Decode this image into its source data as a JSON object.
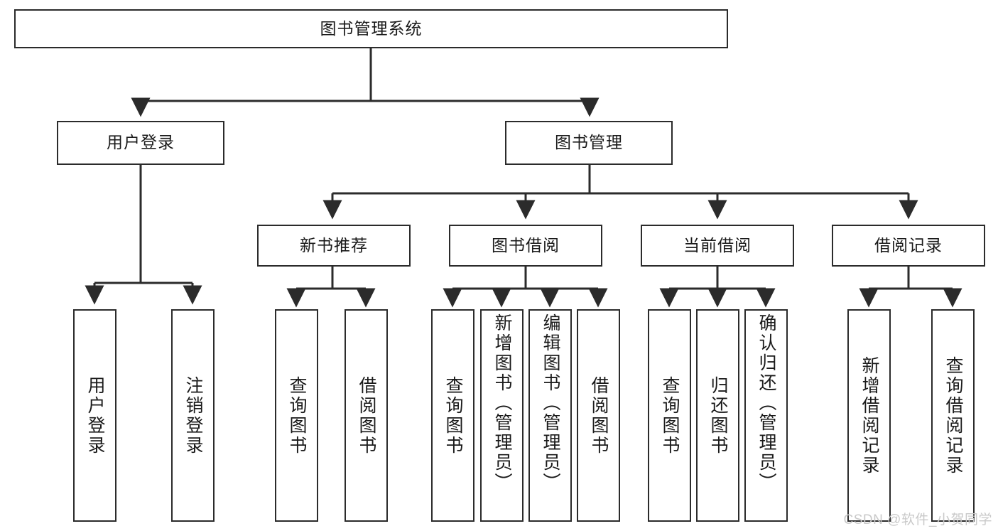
{
  "diagram": {
    "title": "图书管理系统",
    "type": "tree-hierarchy-chart",
    "line_color": "#2b2b2b",
    "box_fill": "#ffffff",
    "text_color": "#1a1a1a",
    "root": {
      "label": "图书管理系统"
    },
    "level2": [
      {
        "label": "用户登录"
      },
      {
        "label": "图书管理"
      }
    ],
    "level3": [
      {
        "label": "新书推荐"
      },
      {
        "label": "图书借阅"
      },
      {
        "label": "当前借阅"
      },
      {
        "label": "借阅记录"
      }
    ],
    "leaves": {
      "user_login": [
        {
          "label": "用户登录"
        },
        {
          "label": "注销登录"
        }
      ],
      "new_book_recommend": [
        {
          "label": "查询图书"
        },
        {
          "label": "借阅图书"
        }
      ],
      "book_borrow": [
        {
          "label": "查询图书"
        },
        {
          "label": "新增图书（管理员）"
        },
        {
          "label": "编辑图书（管理员）"
        },
        {
          "label": "借阅图书"
        }
      ],
      "current_borrow": [
        {
          "label": "查询图书"
        },
        {
          "label": "归还图书"
        },
        {
          "label": "确认归还（管理员）"
        }
      ],
      "borrow_record": [
        {
          "label": "新增借阅记录"
        },
        {
          "label": "查询借阅记录"
        }
      ]
    }
  },
  "watermark": {
    "text": "CSDN @软件_小贺同学",
    "color": "#c9c9c9"
  }
}
